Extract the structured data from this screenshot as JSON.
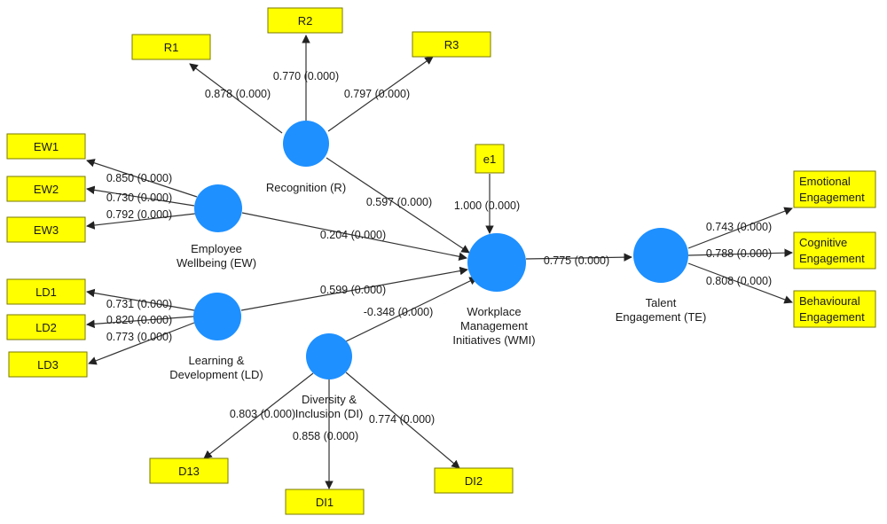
{
  "colors": {
    "construct_fill": "#1e90ff",
    "indicator_fill": "#ffff00",
    "indicator_border": "#7a7a00",
    "edge": "#333333",
    "text": "#1a1a1a"
  },
  "constructs": {
    "R": {
      "label": [
        "Recognition (R)"
      ]
    },
    "EW": {
      "label": [
        "Employee",
        "Wellbeing (EW)"
      ]
    },
    "LD": {
      "label": [
        "Learning &",
        "Development (LD)"
      ]
    },
    "DI": {
      "label": [
        "Diversity &",
        "Inclusion (DI)"
      ]
    },
    "WMI": {
      "label": [
        "Workplace",
        "Management",
        "Initiatives (WMI)"
      ]
    },
    "TE": {
      "label": [
        "Talent",
        "Engagement (TE)"
      ]
    }
  },
  "indicators": {
    "R1": {
      "label": [
        "R1"
      ]
    },
    "R2": {
      "label": [
        "R2"
      ]
    },
    "R3": {
      "label": [
        "R3"
      ]
    },
    "EW1": {
      "label": [
        "EW1"
      ]
    },
    "EW2": {
      "label": [
        "EW2"
      ]
    },
    "EW3": {
      "label": [
        "EW3"
      ]
    },
    "LD1": {
      "label": [
        "LD1"
      ]
    },
    "LD2": {
      "label": [
        "LD2"
      ]
    },
    "LD3": {
      "label": [
        "LD3"
      ]
    },
    "D13": {
      "label": [
        "D13"
      ]
    },
    "DI1": {
      "label": [
        "DI1"
      ]
    },
    "DI2": {
      "label": [
        "DI2"
      ]
    },
    "e1": {
      "label": [
        "e1"
      ]
    },
    "EMO": {
      "label": [
        "Emotional",
        "Engagement"
      ]
    },
    "COG": {
      "label": [
        "Cognitive",
        "Engagement"
      ]
    },
    "BEH": {
      "label": [
        "Behavioural",
        "Engagement"
      ]
    }
  },
  "edges": [
    {
      "from": "R",
      "to": "R1",
      "label": "0.878 (0.000)"
    },
    {
      "from": "R",
      "to": "R2",
      "label": "0.770 (0.000)"
    },
    {
      "from": "R",
      "to": "R3",
      "label": "0.797 (0.000)"
    },
    {
      "from": "EW",
      "to": "EW1",
      "label": "0.850 (0.000)"
    },
    {
      "from": "EW",
      "to": "EW2",
      "label": "0.730 (0.000)"
    },
    {
      "from": "EW",
      "to": "EW3",
      "label": "0.792 (0.000)"
    },
    {
      "from": "LD",
      "to": "LD1",
      "label": "0.731 (0.000)"
    },
    {
      "from": "LD",
      "to": "LD2",
      "label": "0.820 (0.000)"
    },
    {
      "from": "LD",
      "to": "LD3",
      "label": "0.773 (0.000)"
    },
    {
      "from": "DI",
      "to": "D13",
      "label": "0.803 (0.000)"
    },
    {
      "from": "DI",
      "to": "DI1",
      "label": "0.858 (0.000)"
    },
    {
      "from": "DI",
      "to": "DI2",
      "label": "0.774 (0.000)"
    },
    {
      "from": "R",
      "to": "WMI",
      "label": "0.597 (0.000)"
    },
    {
      "from": "EW",
      "to": "WMI",
      "label": "0.204 (0.000)"
    },
    {
      "from": "LD",
      "to": "WMI",
      "label": "0.599 (0.000)"
    },
    {
      "from": "DI",
      "to": "WMI",
      "label": "-0.348 (0.000)"
    },
    {
      "from": "e1",
      "to": "WMI",
      "label": "1.000 (0.000)"
    },
    {
      "from": "WMI",
      "to": "TE",
      "label": "0.775 (0.000)"
    },
    {
      "from": "TE",
      "to": "EMO",
      "label": "0.743 (0.000)"
    },
    {
      "from": "TE",
      "to": "COG",
      "label": "0.788 (0.000)"
    },
    {
      "from": "TE",
      "to": "BEH",
      "label": "0.808 (0.000)"
    }
  ]
}
